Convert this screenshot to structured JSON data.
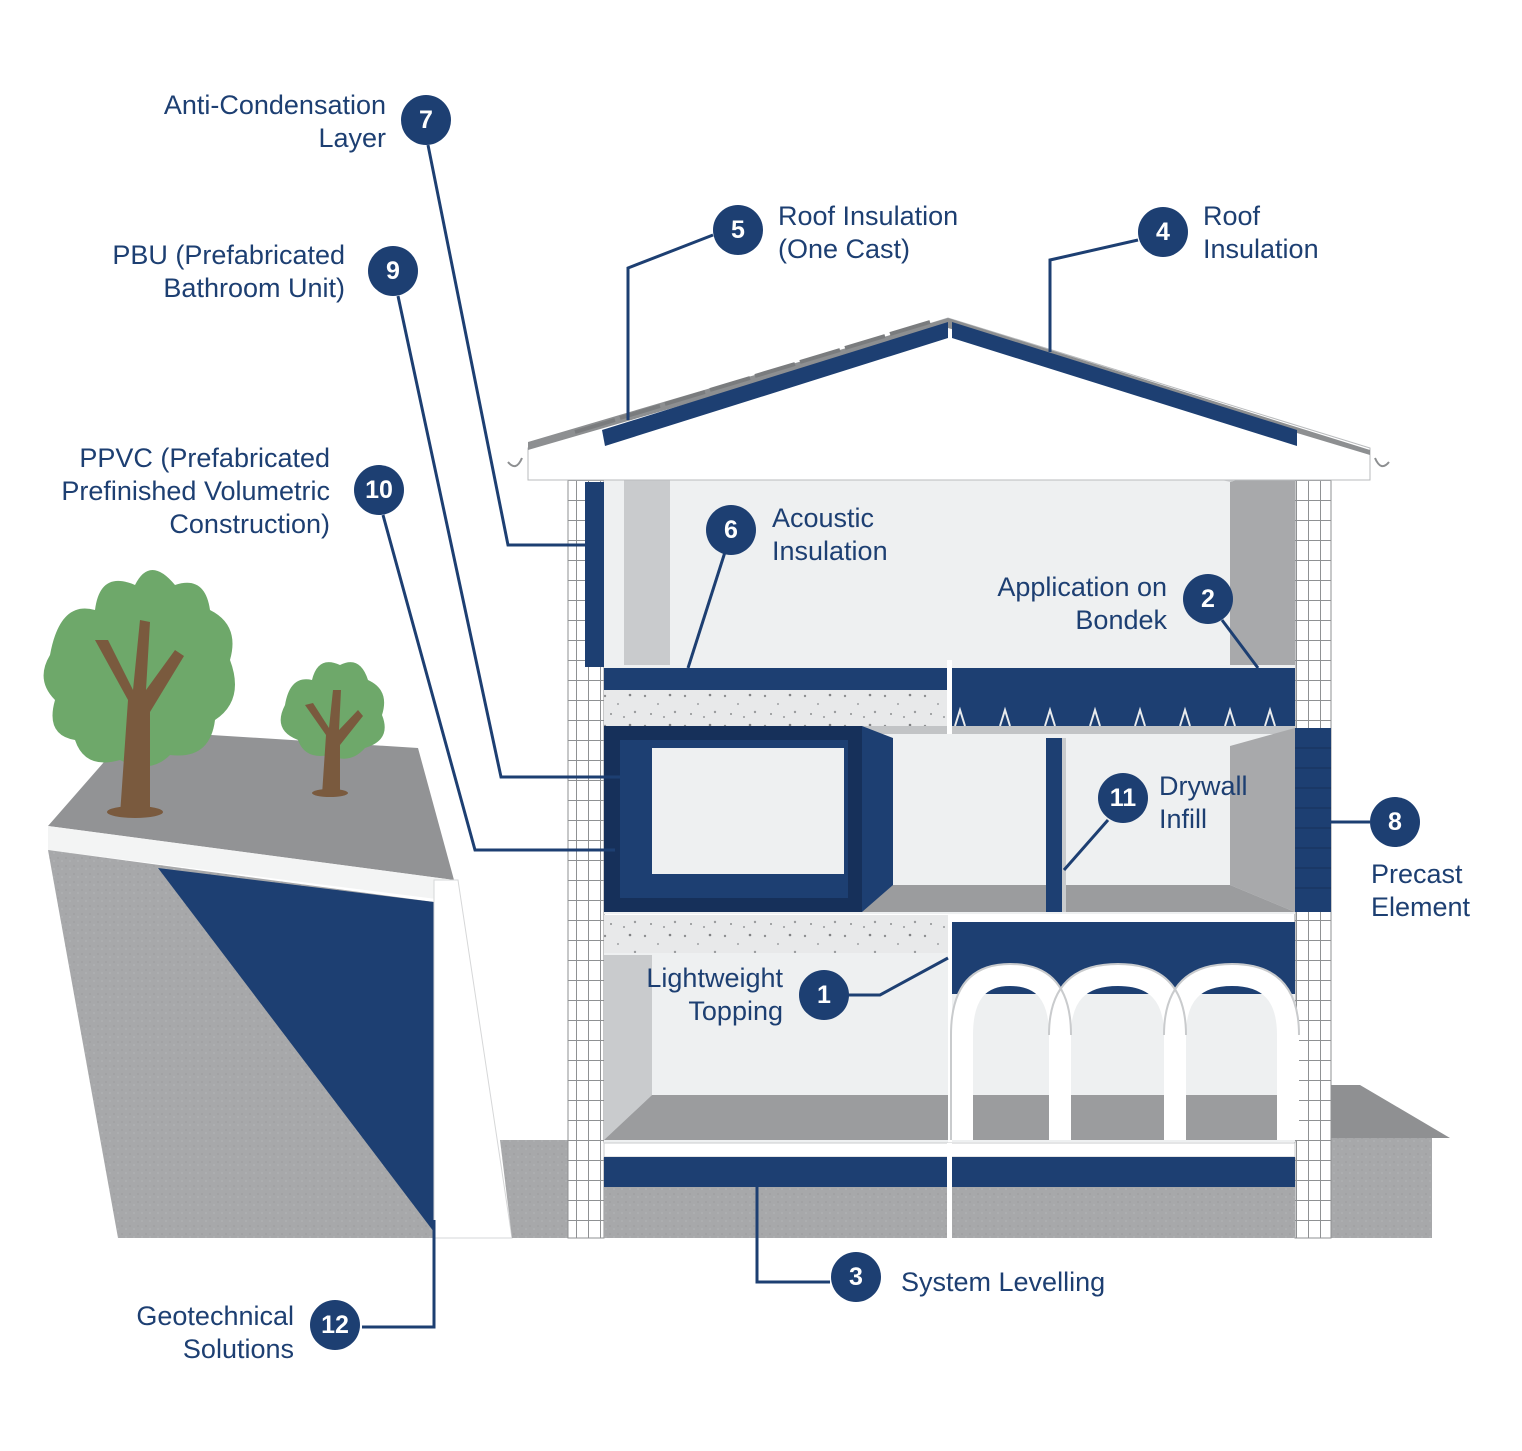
{
  "colors": {
    "navy": "#1d3f72",
    "navy_dark": "#16305a",
    "wall_light": "#eef0f1",
    "wall_side": "#c9cbcd",
    "floor_gray": "#9b9c9e",
    "ground_gray": "#a8a9ab",
    "tree_green": "#6ea86a",
    "tree_trunk": "#7a5a3e"
  },
  "callouts": [
    {
      "number": "1",
      "lines": [
        "Lightweight",
        "Topping"
      ]
    },
    {
      "number": "2",
      "lines": [
        "Application on",
        "Bondek"
      ]
    },
    {
      "number": "3",
      "lines": [
        "System Levelling"
      ]
    },
    {
      "number": "4",
      "lines": [
        "Roof",
        "Insulation"
      ]
    },
    {
      "number": "5",
      "lines": [
        "Roof Insulation",
        "(One Cast)"
      ]
    },
    {
      "number": "6",
      "lines": [
        "Acoustic",
        "Insulation"
      ]
    },
    {
      "number": "7",
      "lines": [
        "Anti-Condensation",
        "Layer"
      ]
    },
    {
      "number": "8",
      "lines": [
        "Precast",
        "Element"
      ]
    },
    {
      "number": "9",
      "lines": [
        "PBU (Prefabricated",
        "Bathroom Unit)"
      ]
    },
    {
      "number": "10",
      "lines": [
        "PPVC (Prefabricated",
        "Prefinished Volumetric",
        "Construction)"
      ]
    },
    {
      "number": "11",
      "lines": [
        "Drywall",
        "Infill"
      ]
    },
    {
      "number": "12",
      "lines": [
        "Geotechnical",
        "Solutions"
      ]
    }
  ]
}
